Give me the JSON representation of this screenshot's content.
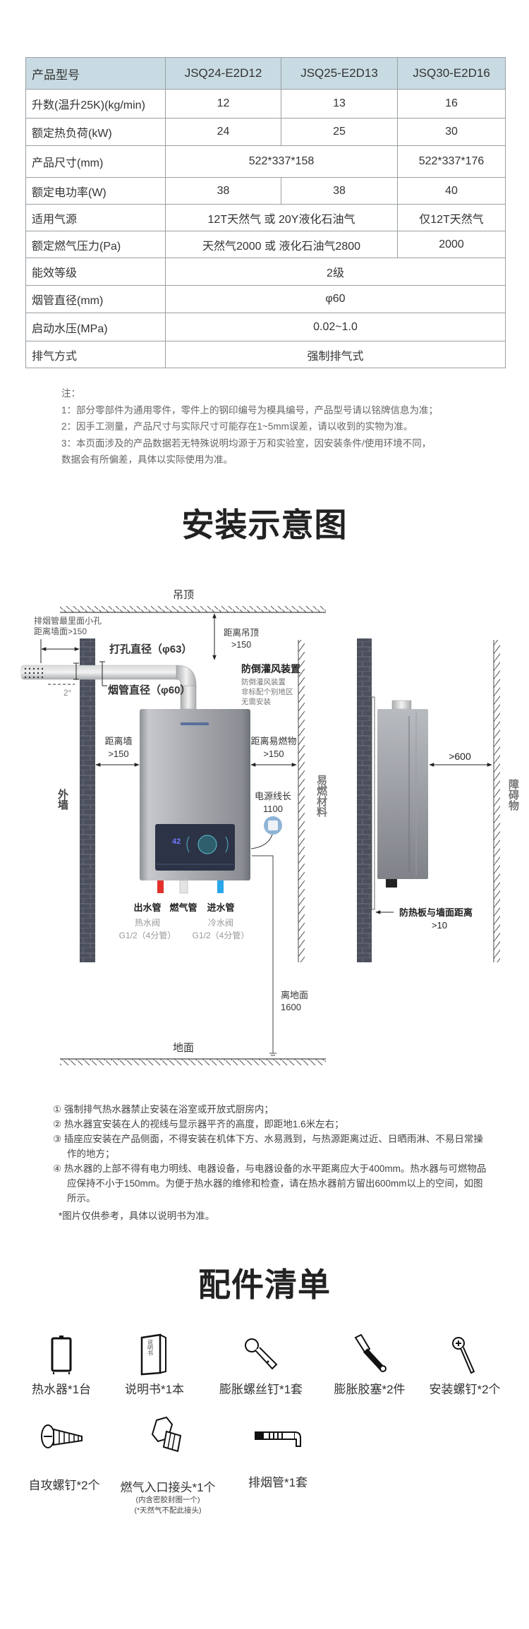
{
  "spec_table": {
    "header": [
      "产品型号",
      "JSQ24-E2D12",
      "JSQ25-E2D13",
      "JSQ30-E2D16"
    ],
    "rows": [
      {
        "label": "升数(温升25K)(kg/min)",
        "cells": [
          "12",
          "13",
          "16"
        ]
      },
      {
        "label": "额定热负荷(kW)",
        "cells": [
          "24",
          "25",
          "30"
        ]
      },
      {
        "label": "产品尺寸(mm)",
        "cells": [
          "522*337*158",
          "522*337*176"
        ]
      },
      {
        "label": "额定电功率(W)",
        "cells": [
          "38",
          "38",
          "40"
        ]
      },
      {
        "label": "适用气源",
        "cells": [
          "12T天然气 或 20Y液化石油气",
          "仅12T天然气"
        ]
      },
      {
        "label": "额定燃气压力(Pa)",
        "cells": [
          "天然气2000 或 液化石油气2800",
          "2000"
        ]
      },
      {
        "label": "能效等级",
        "cells": [
          "2级"
        ]
      },
      {
        "label": "烟管直径(mm)",
        "cells": [
          "φ60"
        ]
      },
      {
        "label": "启动水压(MPa)",
        "cells": [
          "0.02~1.0"
        ]
      },
      {
        "label": "排气方式",
        "cells": [
          "强制排气式"
        ]
      }
    ]
  },
  "spec_notes": [
    "注：",
    "1：部分零部件为通用零件，零件上的钢印编号为模具编号，产品型号请以铭牌信息为准；",
    "2：因手工测量，产品尺寸与实际尺寸可能存在1~5mm误差，请以收到的实物为准。",
    "3：本页面涉及的产品数据若无特殊说明均源于万和实验室，因安装条件/使用环境不同，",
    "数据会有所偏差，具体以实际使用为准。"
  ],
  "install_title": "安装示意图",
  "diagram": {
    "ceiling": "吊顶",
    "exhaust_note_1": "排烟管最里面小孔",
    "exhaust_note_2": "距离墙面>150",
    "hole_diameter": "打孔直径（φ63）",
    "pipe_diameter": "烟管直径（φ60）",
    "angle": "2°",
    "ceiling_dist_1": "距离吊顶",
    "ceiling_dist_2": ">150",
    "backdraft_title": "防倒灌风装置",
    "backdraft_notes": [
      "防倒灌风装置",
      "非标配个别地区",
      "无需安装"
    ],
    "wall_dist_1": "距离墙",
    "wall_dist_2": ">150",
    "flammable_dist_1": "距离易燃物",
    "flammable_dist_2": ">150",
    "outer_wall": "外墙",
    "flammable_material": "易燃材料",
    "power_cord_1": "电源线长",
    "power_cord_2": "1100",
    "display_temp": "42",
    "pipes": [
      {
        "name": "出水管",
        "valve": "热水阀",
        "size": "G1/2（4分管）",
        "color": "#e2312d"
      },
      {
        "name": "燃气管",
        "valve": "",
        "size": "",
        "color": "#d8d8d8"
      },
      {
        "name": "进水管",
        "valve": "冷水阀",
        "size": "G1/2（4分管）",
        "color": "#2aa7ea"
      }
    ],
    "ground_dist_1": "离地面",
    "ground_dist_2": "1600",
    "floor": "地面",
    "front_clearance": ">600",
    "obstacle": "障碍物",
    "shield_dist_1": "防热板与墙面距离",
    "shield_dist_2": ">10"
  },
  "install_notes": [
    "① 强制排气热水器禁止安装在浴室或开放式厨房内；",
    "② 热水器宜安装在人的视线与显示器平齐的高度，即距地1.6米左右；",
    "③ 插座应安装在产品侧面，不得安装在机体下方、水易溅到，与热源距离过近、日晒雨淋、不易日常操作的地方；",
    "④ 热水器的上部不得有电力明线、电器设备，与电器设备的水平距离应大于400mm。热水器与可燃物品应保持不小于150mm。为便于热水器的维修和检查，请在热水器前方留出600mm以上的空间，如图所示。",
    "*图片仅供参考，具体以说明书为准。"
  ],
  "accessories_title": "配件清单",
  "accessories": [
    {
      "label": "热水器*1台",
      "icon": "water-heater-icon"
    },
    {
      "label": "说明书*1本",
      "icon": "manual-icon",
      "icon_text": "说明书"
    },
    {
      "label": "膨胀螺丝钉*1套",
      "icon": "expansion-bolt-icon"
    },
    {
      "label": "膨胀胶塞*2件",
      "icon": "wall-plug-icon"
    },
    {
      "label": "安装螺钉*2个",
      "icon": "screw-icon"
    },
    {
      "label": "自攻螺钉*2个",
      "icon": "self-tapping-screw-icon"
    },
    {
      "label": "燃气入口接头*1个",
      "icon": "gas-connector-icon",
      "sub": [
        "(内含密胶封圈一个)",
        "(*天然气不配此接头)"
      ]
    },
    {
      "label": "排烟管*1套",
      "icon": "exhaust-pipe-icon"
    }
  ]
}
